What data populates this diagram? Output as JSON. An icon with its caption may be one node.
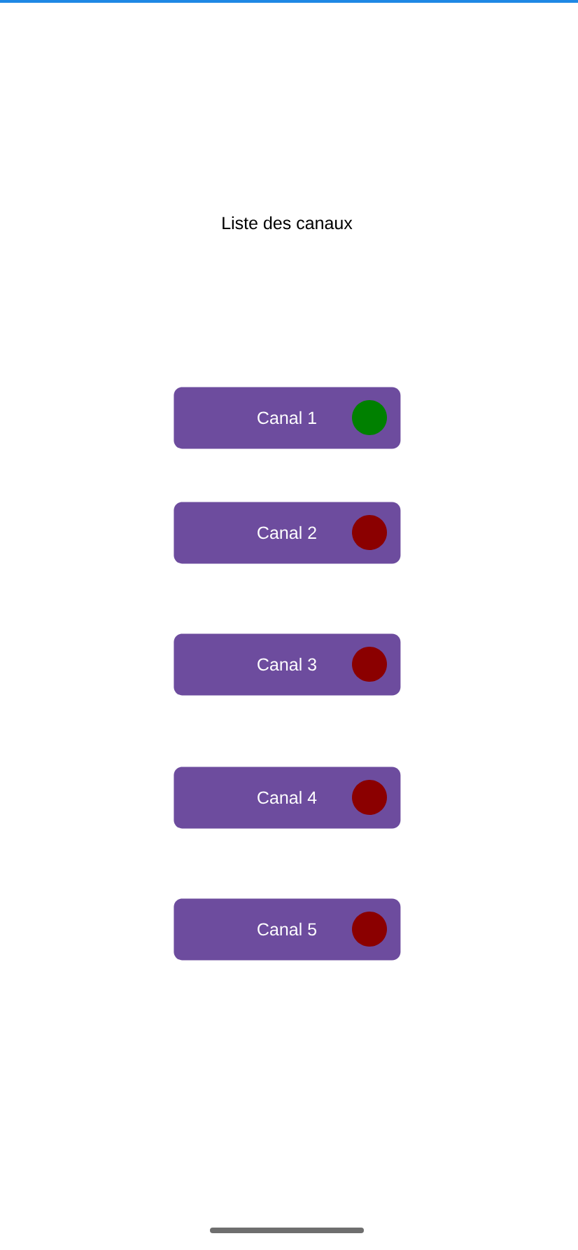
{
  "diagram": {
    "title": "Liste des canaux",
    "nodes": [
      {
        "text": [
          "Canal 1"
        ]
      },
      {
        "text": [],
        "shape": "circle",
        "in": 0
      },
      {
        "text": [
          "Canal 2"
        ]
      },
      {
        "text": [],
        "shape": "circle",
        "in": 2
      },
      {
        "text": [
          "Canal 3"
        ]
      },
      {
        "text": [],
        "shape": "circle",
        "in": 4
      },
      {
        "text": [
          "Canal 4"
        ]
      },
      {
        "text": [],
        "shape": "circle",
        "in": 6
      },
      {
        "text": [
          "Canal 5"
        ]
      },
      {
        "text": [],
        "shape": "circle",
        "in": 8
      }
    ]
  }
}
